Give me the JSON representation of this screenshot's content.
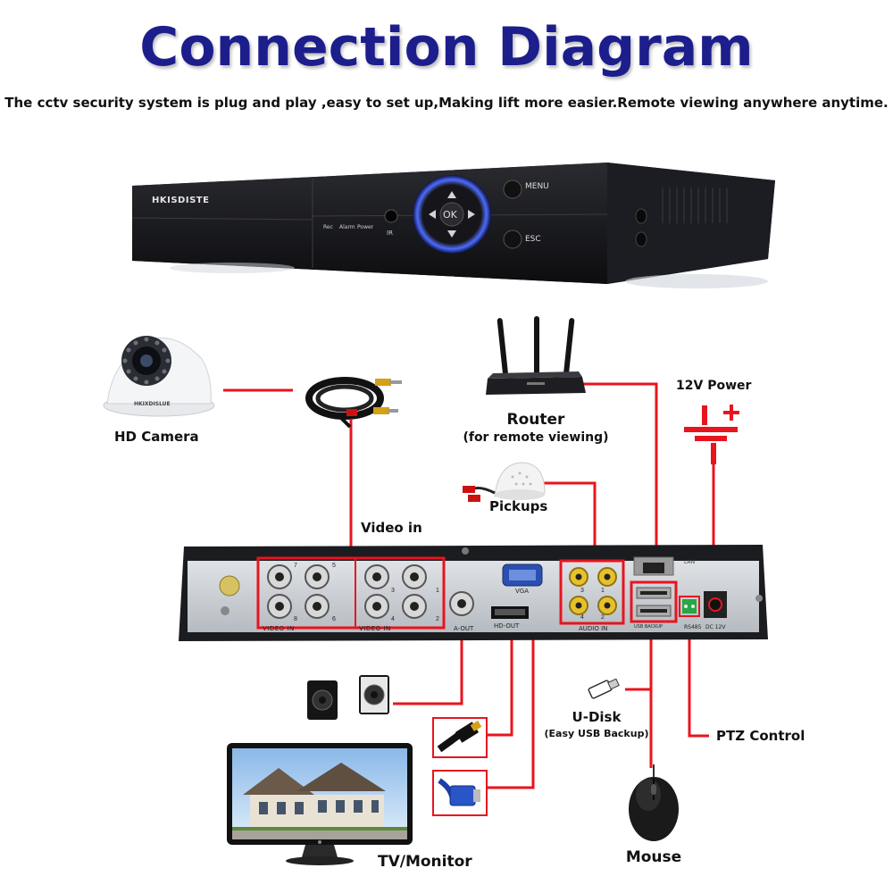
{
  "title": "Connection Diagram",
  "subtitle": "The cctv security system is plug and play ,easy to set up,Making lift more easier.Remote viewing anywhere anytime.",
  "dvr_front": {
    "brand": "HKISDISTE",
    "menu_label": "MENU",
    "esc_label": "ESC",
    "ok_label": "OK",
    "ir_label": "IR",
    "indicators": [
      "Rec",
      "Alarm",
      "Power"
    ]
  },
  "camera_brand": "HKIXDISLUE",
  "labels": {
    "hd_camera": "HD Camera",
    "router": "Router",
    "router_sub": "(for remote viewing)",
    "power_12v": "12V Power",
    "pickups": "Pickups",
    "video_in": "Video in",
    "u_disk": "U-Disk",
    "u_disk_sub": "(Easy USB Backup)",
    "ptz_control": "PTZ Control",
    "tv_monitor": "TV/Monitor",
    "mouse": "Mouse"
  },
  "rear_panel": {
    "video_in_label": "VIDEO IN",
    "a_out": "A-OUT",
    "hd_out": "HD-OUT",
    "vga": "VGA",
    "audio_in": "AUDIO IN",
    "lan": "LAN",
    "usb_label": "USB BACKUP",
    "rs485": "RS485",
    "dc12v": "DC 12V",
    "bnc_group_left": [
      "7",
      "5",
      "8",
      "6"
    ],
    "bnc_group_right": [
      "3",
      "1",
      "4",
      "2"
    ],
    "audio_numbers": [
      "3",
      "1",
      "4",
      "2"
    ]
  },
  "colors": {
    "title": "#1c1e8c",
    "wire": "#e8141e",
    "dvr_body": "#1a1a1e",
    "panel": "#c9cdd2"
  }
}
